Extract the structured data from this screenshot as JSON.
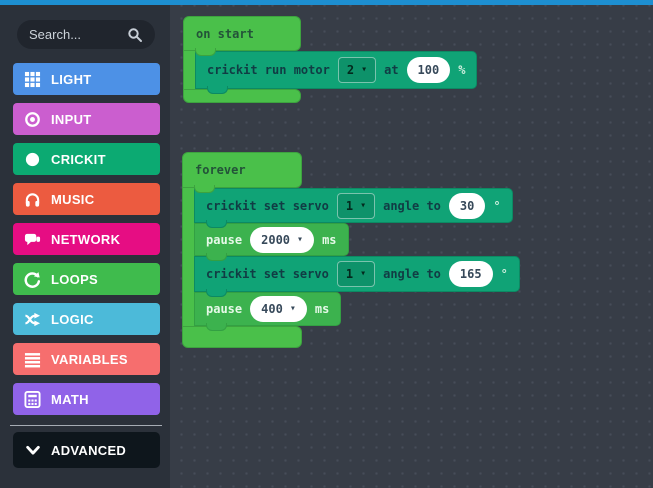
{
  "colors": {
    "topbar": "#1d8fd1",
    "sidebar_bg": "#2b313a",
    "workspace_bg": "#373d47",
    "container_green": "#4ac04a",
    "pause_green": "#3cb24e",
    "crickit_teal": "#10a376",
    "advanced_bg": "#0e161c"
  },
  "sidebar": {
    "search": {
      "placeholder": "Search...",
      "icon": "search-icon"
    },
    "categories": [
      {
        "label": "LIGHT",
        "color": "#4d91e6",
        "icon": "grid-icon"
      },
      {
        "label": "INPUT",
        "color": "#cb5ecf",
        "icon": "target-icon"
      },
      {
        "label": "CRICKIT",
        "color": "#0caa72",
        "icon": "circle-icon"
      },
      {
        "label": "MUSIC",
        "color": "#ec5b40",
        "icon": "headphones-icon"
      },
      {
        "label": "NETWORK",
        "color": "#e60d83",
        "icon": "chat-icon"
      },
      {
        "label": "LOOPS",
        "color": "#3fbb4d",
        "icon": "loop-icon"
      },
      {
        "label": "LOGIC",
        "color": "#4cbad9",
        "icon": "shuffle-icon"
      },
      {
        "label": "VARIABLES",
        "color": "#f66e6e",
        "icon": "lines-icon"
      },
      {
        "label": "MATH",
        "color": "#9063e8",
        "icon": "calculator-icon"
      }
    ],
    "advanced": {
      "label": "ADVANCED",
      "icon": "chevron-down-icon"
    }
  },
  "workspace": {
    "arrow": "▾",
    "on_start": {
      "hat": "on start",
      "motor": {
        "label": "crickit run motor",
        "dropdown": "2",
        "at": "at",
        "value": "100",
        "unit": "%"
      }
    },
    "forever": {
      "hat": "forever",
      "servo1": {
        "label": "crickit set servo",
        "dropdown": "1",
        "angle": "angle to",
        "value": "30",
        "unit": "°"
      },
      "pause1": {
        "label": "pause",
        "value": "2000",
        "unit": "ms"
      },
      "servo2": {
        "label": "crickit set servo",
        "dropdown": "1",
        "angle": "angle to",
        "value": "165",
        "unit": "°"
      },
      "pause2": {
        "label": "pause",
        "value": "400",
        "unit": "ms"
      }
    }
  }
}
